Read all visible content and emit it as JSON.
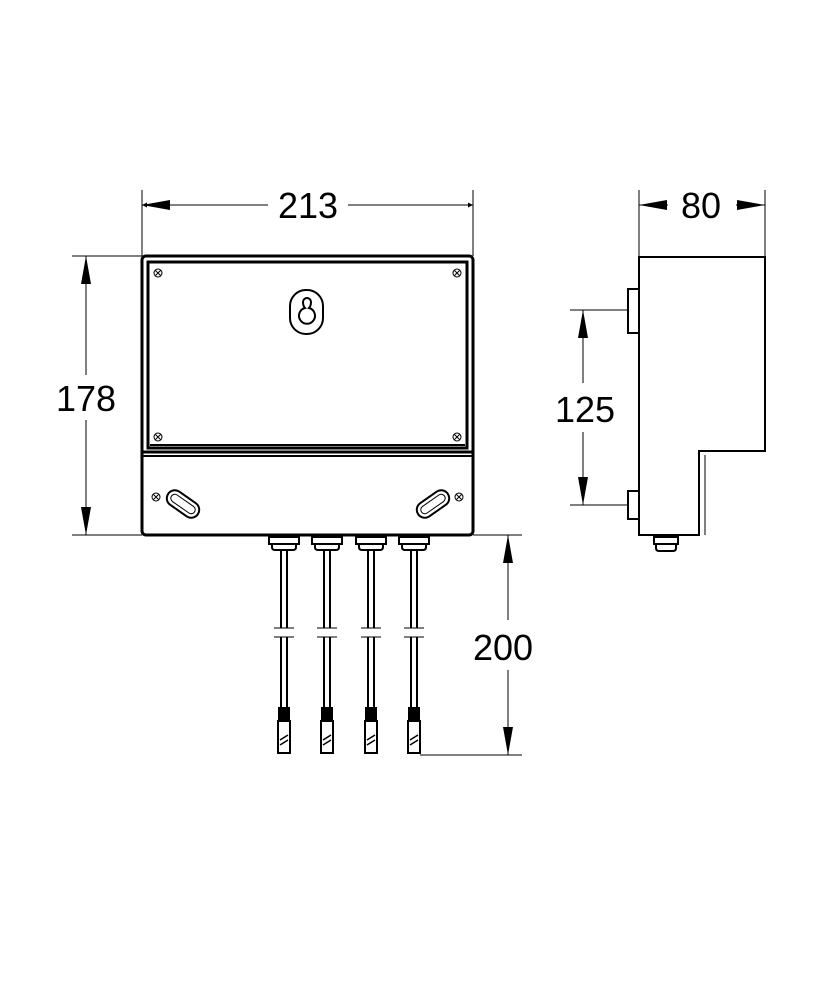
{
  "front_view": {
    "width_label": "213",
    "height_label": "178",
    "cable_length_label": "200",
    "cable_count": 4
  },
  "side_view": {
    "depth_label": "80",
    "mount_spacing_label": "125"
  },
  "colors": {
    "line": "#000000",
    "background": "#ffffff"
  }
}
